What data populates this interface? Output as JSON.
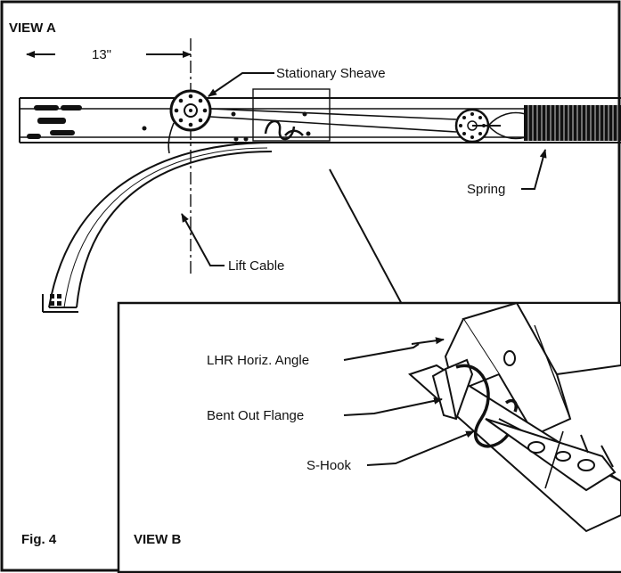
{
  "view_a": {
    "title": "VIEW A",
    "dimension": "13\"",
    "labels": {
      "stationary_sheave": "Stationary Sheave",
      "spring": "Spring",
      "lift_cable": "Lift Cable"
    }
  },
  "view_b": {
    "title": "VIEW B",
    "labels": {
      "lhr_horiz_angle": "LHR Horiz. Angle",
      "bent_out_flange": "Bent Out Flange",
      "s_hook": "S-Hook"
    }
  },
  "figure_label": "Fig. 4"
}
